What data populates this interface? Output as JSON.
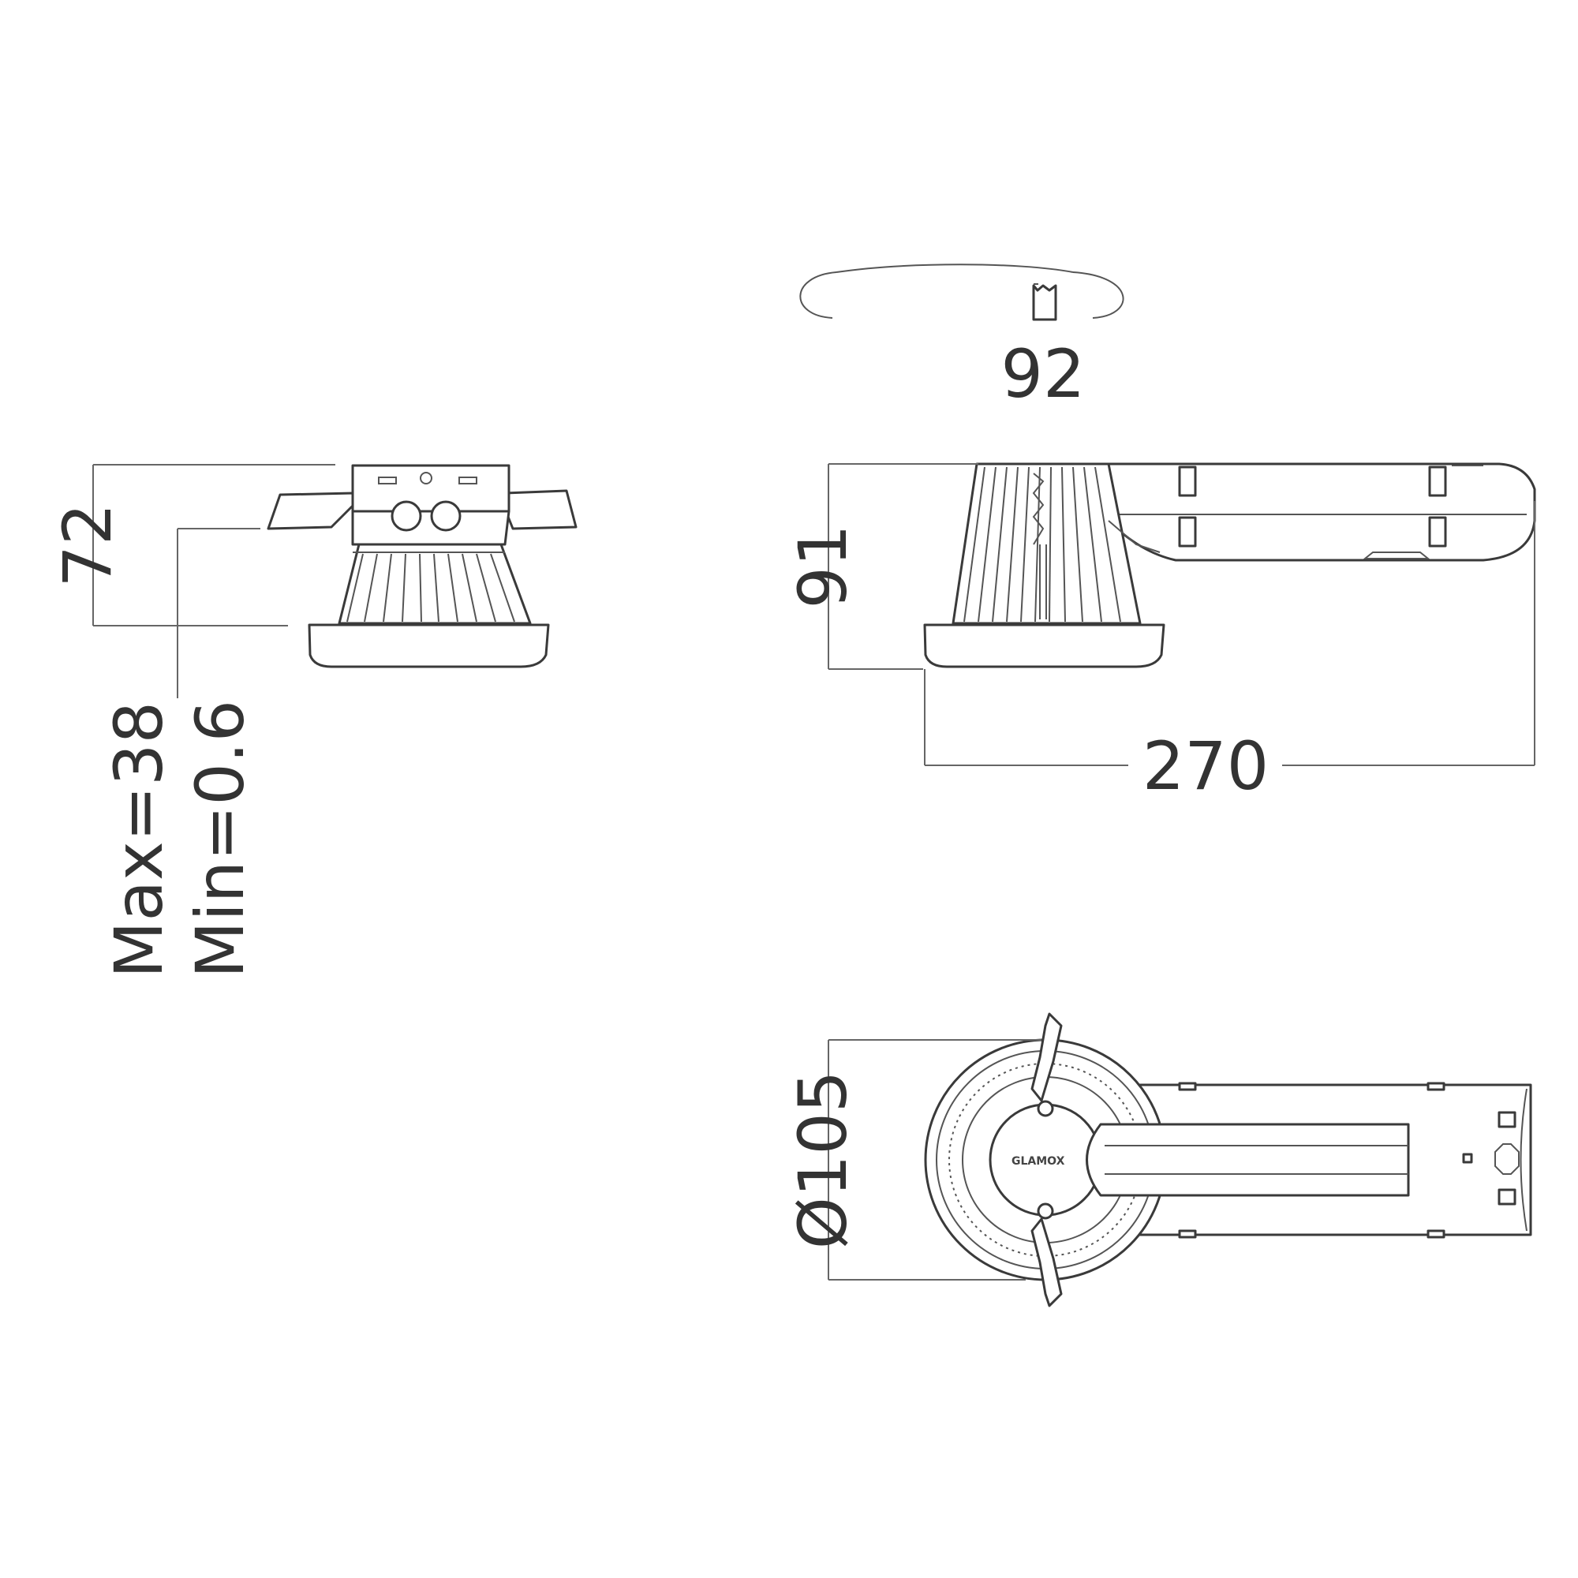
{
  "dimensions": {
    "cutout": "92",
    "depth_side": "72",
    "depth_front": "91",
    "length": "270",
    "diameter": "Ø105",
    "ceiling_max": "Max=38",
    "ceiling_min": "Min=0.6"
  },
  "logo_text": "GLAMOX",
  "colors": {
    "line": "#3a3a3a",
    "dimension": "#666666",
    "background": "#ffffff"
  },
  "icons": [
    "ceiling-cutout-icon"
  ]
}
